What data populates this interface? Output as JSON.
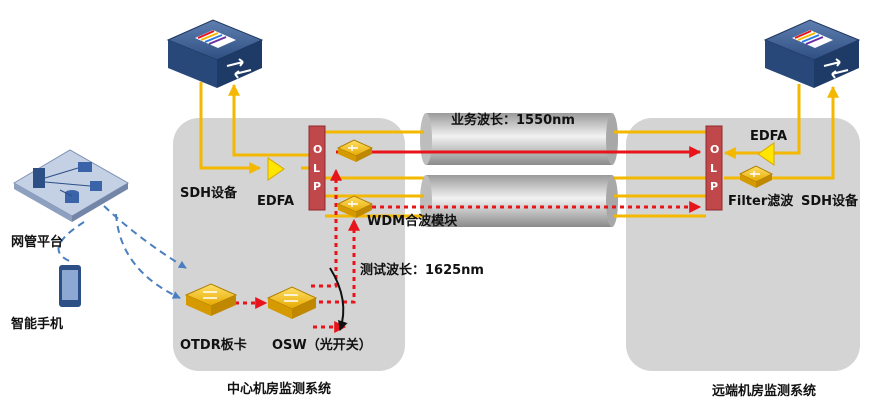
{
  "center_room": {
    "title": "中心机房监测系统",
    "sdh_label": "SDH设备",
    "edfa_label": "EDFA",
    "wdm_label": "WDM合波模块",
    "otdr_label": "OTDR板卡",
    "osw_label": "OSW（光开关）",
    "test_wavelength_label": "测试波长：1625nm"
  },
  "remote_room": {
    "title": "远端机房监测系统",
    "sdh_label": "SDH设备",
    "edfa_label": "EDFA",
    "filter_label": "Filter滤波"
  },
  "olp": {
    "letters": [
      "O",
      "L",
      "P"
    ]
  },
  "fiber": {
    "service_wavelength_label": "业务波长：1550nm"
  },
  "management": {
    "nms_label": "网管平台",
    "phone_label": "智能手机"
  },
  "colors": {
    "service_line": "#f5b800",
    "test_line": "#e8141c",
    "olp_box": "#c0474a",
    "room_bg": "#d4d4d4",
    "mgmt_line": "#4a7fc1"
  }
}
